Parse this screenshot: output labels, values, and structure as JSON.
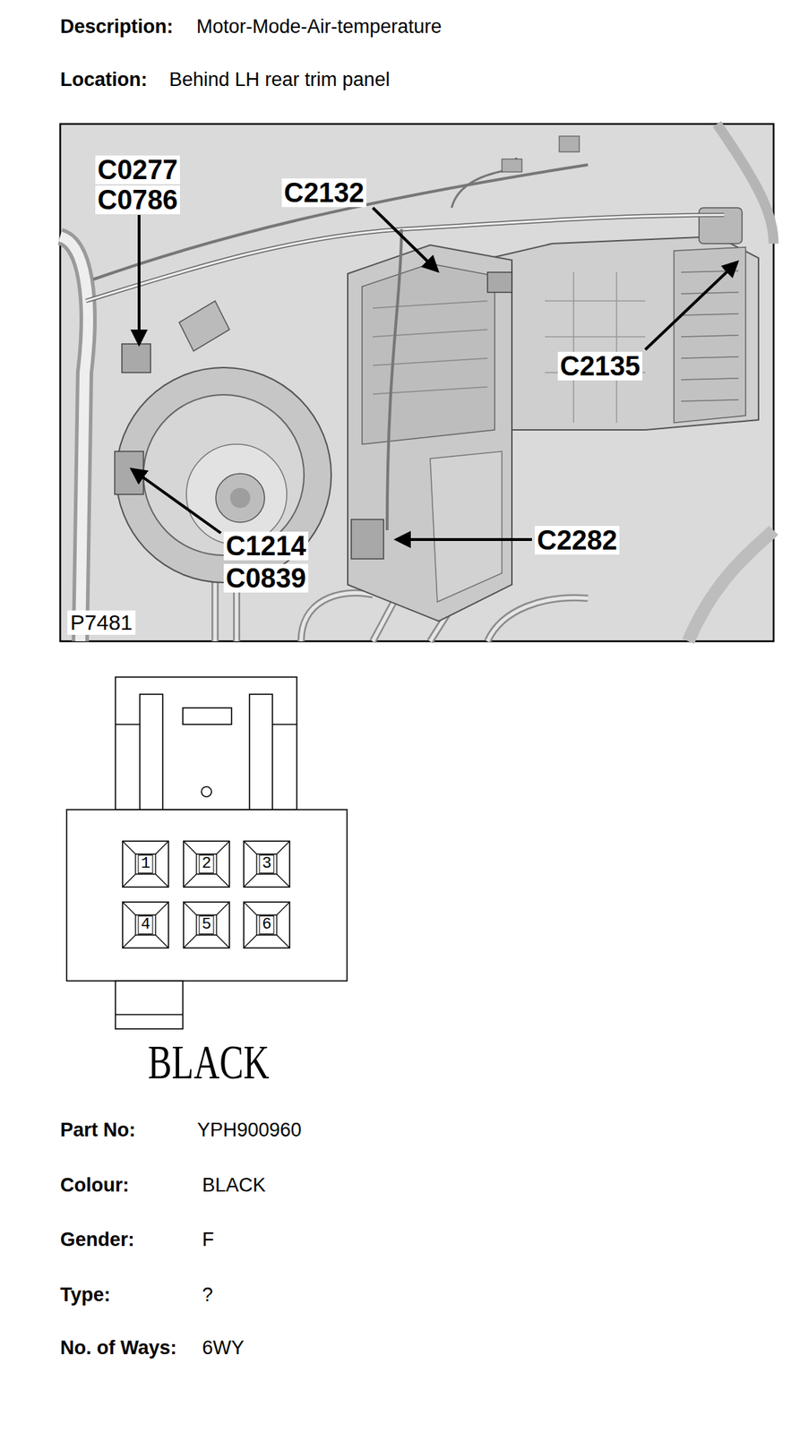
{
  "diagram": {
    "nodes": [
      {
        "text": [
          "1"
        ]
      },
      {
        "text": [
          "2"
        ]
      },
      {
        "text": [
          "3"
        ]
      },
      {
        "text": [
          "4"
        ]
      },
      {
        "text": [
          "5"
        ]
      },
      {
        "text": [
          "6"
        ]
      }
    ],
    "labels": [
      "Description:",
      "Motor-Mode-Air-temperature",
      "Location:",
      "Behind LH rear trim panel",
      "C0277",
      "C0786",
      "C2132",
      "C2135",
      "C1214",
      "C0839",
      "C2282",
      "P7481",
      "BLACK",
      "Part No:",
      "YPH900960",
      "Colour:",
      "BLACK",
      "Gender:",
      "F",
      "Type:",
      "?",
      "No. of Ways:",
      "6WY"
    ]
  }
}
